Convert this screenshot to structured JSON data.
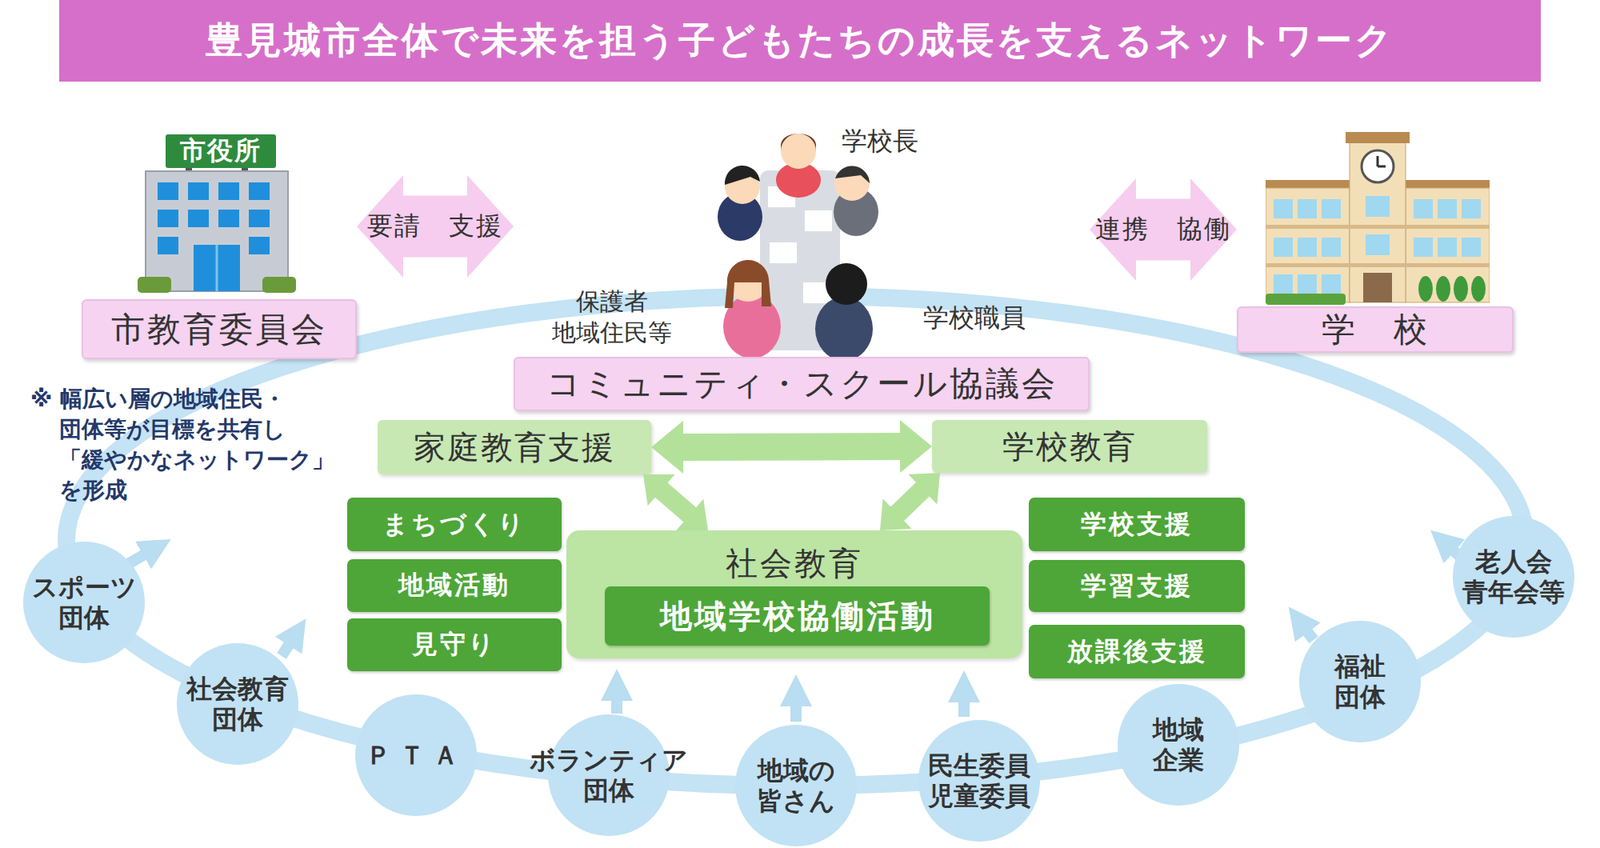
{
  "diagram": {
    "title": "豊見城市全体で未来を担う子どもたちの成長を支えるネットワーク",
    "nodes": [
      {
        "text": [
          "市教育委員会"
        ]
      },
      {
        "text": [
          "コミュニティ・スクール協議会"
        ]
      },
      {
        "text": [
          "学　校"
        ]
      },
      {
        "text": [
          "家庭教育支援"
        ]
      },
      {
        "text": [
          "学校教育"
        ]
      },
      {
        "text": [
          "まちづくり"
        ]
      },
      {
        "text": [
          "地域活動"
        ]
      },
      {
        "text": [
          "見守り"
        ]
      },
      {
        "text": [
          "社会教育"
        ]
      },
      {
        "text": [
          "地域学校協働活動"
        ],
        "in": 8
      },
      {
        "text": [
          "学校支援"
        ]
      },
      {
        "text": [
          "学習支援"
        ]
      },
      {
        "text": [
          "放課後支援"
        ]
      },
      {
        "text": [
          "スポーツ 団体"
        ]
      },
      {
        "text": [
          "社会教育 団体"
        ]
      },
      {
        "text": [
          "ＰＴＡ"
        ]
      },
      {
        "text": [
          "ボランティア 団体"
        ]
      },
      {
        "text": [
          "地域の 皆さん"
        ]
      },
      {
        "text": [
          "民生委員 児童委員"
        ]
      },
      {
        "text": [
          "地域 企業"
        ]
      },
      {
        "text": [
          "福祉 団体"
        ]
      },
      {
        "text": [
          "老人会 青年会等"
        ]
      }
    ],
    "edges": [
      {
        "from": 0,
        "to": 1,
        "arrow": "both",
        "label": "要請　支援"
      },
      {
        "from": 1,
        "to": 2,
        "arrow": "both",
        "label": "連携　協働"
      },
      {
        "from": 3,
        "to": 4,
        "arrow": "both"
      },
      {
        "from": 8,
        "to": 3,
        "arrow": "both"
      },
      {
        "from": 8,
        "to": 4,
        "arrow": "both"
      }
    ],
    "labels": [
      "市役所",
      "学校長",
      "保護者 地域住民等",
      "学校職員",
      "※ 幅広い層の地域住民・ 団体等が目標を共有し 「緩やかなネットワーク」 を形成"
    ]
  }
}
